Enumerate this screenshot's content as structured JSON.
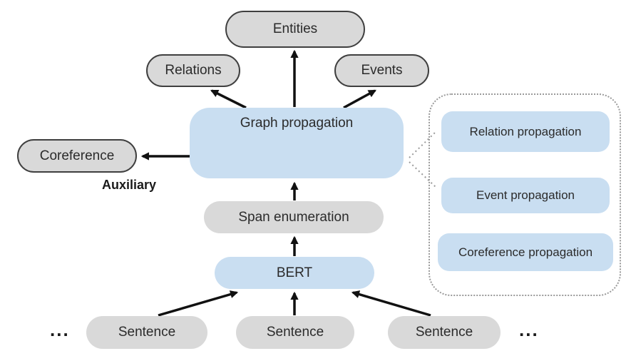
{
  "nodes": {
    "entities": "Entities",
    "relations": "Relations",
    "events": "Events",
    "graph_propagation": "Graph propagation",
    "coreference": "Coreference",
    "auxiliary": "Auxiliary",
    "span_enumeration": "Span enumeration",
    "bert": "BERT",
    "sentence": "Sentence",
    "ellipsis": "..."
  },
  "callout": {
    "items": [
      "Relation propagation",
      "Event propagation",
      "Coreference propagation"
    ]
  },
  "colors": {
    "gray_fill": "#d9d9d9",
    "blue_fill": "#c9def1",
    "node_border": "#3f3f3f",
    "arrow": "#111111",
    "dotted_border": "#9a9a9a",
    "dot_blue": "#25567f",
    "dot_green": "#4caf50",
    "dot_orange": "#f0a050"
  }
}
